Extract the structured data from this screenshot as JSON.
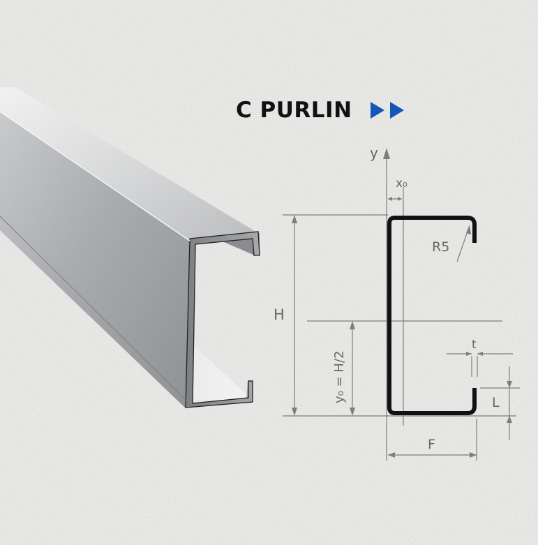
{
  "title": "C PURLIN",
  "title_icon": "double-arrow-right-icon",
  "accent_color": "#1457b8",
  "dimensions": {
    "y_axis": "y",
    "x0": "x₀",
    "radius": "R5",
    "height": "H",
    "y0": "y₀ = H/2",
    "thickness": "t",
    "lip": "L",
    "flange": "F"
  }
}
